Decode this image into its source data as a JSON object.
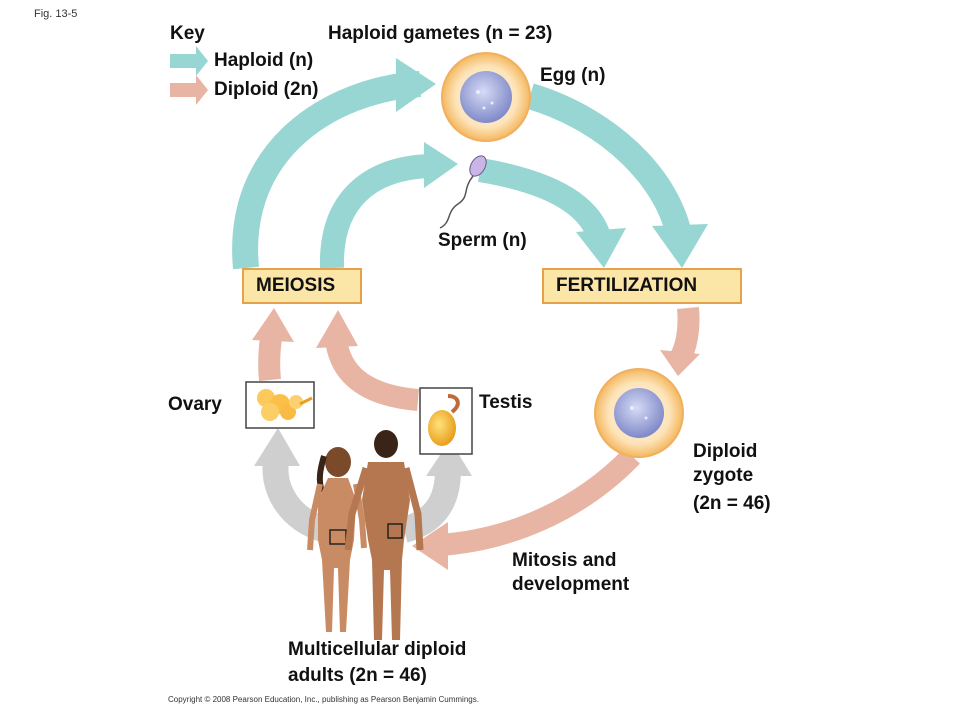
{
  "figure": {
    "fig_label": "Fig. 13-5"
  },
  "key": {
    "title": "Key",
    "haploid_label": "Haploid (n)",
    "diploid_label": "Diploid (2n)",
    "haploid_color": "#97d6d2",
    "diploid_color": "#e8b5a4"
  },
  "labels": {
    "haploid_gametes": "Haploid gametes (n = 23)",
    "egg": "Egg (n)",
    "sperm": "Sperm (n)",
    "meiosis": "MEIOSIS",
    "fertilization": "FERTILIZATION",
    "ovary": "Ovary",
    "testis": "Testis",
    "zygote_line1": "Diploid",
    "zygote_line2": "zygote",
    "zygote_line3": "(2n = 46)",
    "mitosis_line1": "Mitosis and",
    "mitosis_line2": "development",
    "adults_line1": "Multicellular diploid",
    "adults_line2": "adults (2n = 46)"
  },
  "colors": {
    "box_fill": "#fbe6a8",
    "box_border": "#e6a24b",
    "grey_arrow": "#cfcfcf",
    "cell_outer": "#fcd9a0",
    "cell_nucleus": "#9fa8d8"
  },
  "copyright": "Copyright © 2008 Pearson Education, Inc., publishing as Pearson Benjamin Cummings."
}
